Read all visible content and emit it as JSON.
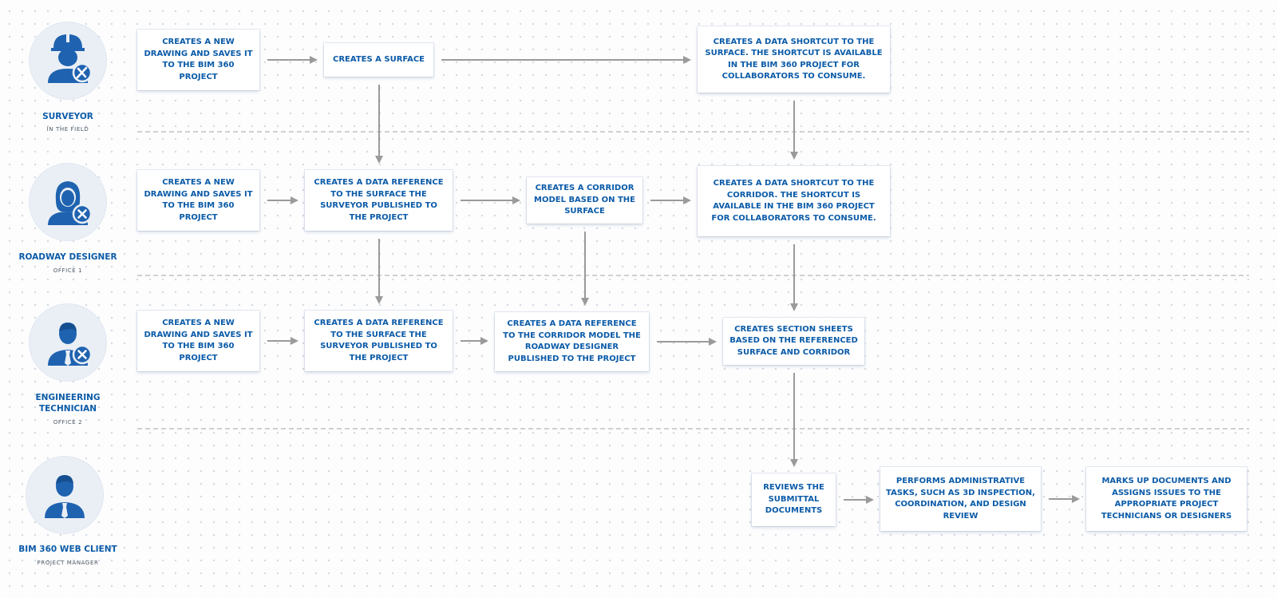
{
  "roles": [
    {
      "name": "SURVEYOR",
      "sub": "IN THE FIELD",
      "icon": "surveyor-hardhat-icon"
    },
    {
      "name": "ROADWAY DESIGNER",
      "sub": "OFFICE 1",
      "icon": "roadway-designer-icon"
    },
    {
      "name": "ENGINEERING TECHNICIAN",
      "sub": "OFFICE 2",
      "icon": "engineering-technician-icon"
    },
    {
      "name": "BIM 360 WEB CLIENT",
      "sub": "PROJECT MANAGER",
      "icon": "project-manager-icon"
    }
  ],
  "steps": {
    "s1": "CREATES A NEW DRAWING AND SAVES IT TO THE BIM 360 PROJECT",
    "s2": "CREATES A SURFACE",
    "s3": "CREATES A DATA SHORTCUT TO THE SURFACE. THE SHORTCUT IS AVAILABLE IN THE BIM 360 PROJECT FOR COLLABORATORS TO CONSUME.",
    "d1": "CREATES A NEW DRAWING AND SAVES IT TO THE BIM 360 PROJECT",
    "d2": "CREATES A DATA REFERENCE TO THE SURFACE THE SURVEYOR PUBLISHED TO THE PROJECT",
    "d3": "CREATES A CORRIDOR MODEL BASED ON THE SURFACE",
    "d4": "CREATES A DATA SHORTCUT TO THE CORRIDOR. THE SHORTCUT IS AVAILABLE IN THE BIM 360 PROJECT FOR COLLABORATORS TO CONSUME.",
    "t1": "CREATES A NEW DRAWING AND SAVES IT TO THE BIM 360 PROJECT",
    "t2": "CREATES A DATA REFERENCE TO THE SURFACE THE SURVEYOR PUBLISHED TO THE PROJECT",
    "t3": "CREATES A DATA REFERENCE TO THE CORRIDOR MODEL THE ROADWAY DESIGNER PUBLISHED TO THE PROJECT",
    "t4": "CREATES SECTION SHEETS BASED ON THE REFERENCED SURFACE AND CORRIDOR",
    "m1": "REVIEWS THE SUBMITTAL DOCUMENTS",
    "m2": "PERFORMS ADMINISTRATIVE TASKS, SUCH AS 3D INSPECTION, COORDINATION, AND DESIGN REVIEW",
    "m3": "MARKS UP DOCUMENTS AND ASSIGNS ISSUES TO THE APPROPRIATE PROJECT TECHNICIANS OR DESIGNERS"
  },
  "flows": [
    [
      "s1",
      "s2"
    ],
    [
      "s2",
      "s3"
    ],
    [
      "s2",
      "d2"
    ],
    [
      "s3",
      "d4"
    ],
    [
      "d1",
      "d2"
    ],
    [
      "d2",
      "d3"
    ],
    [
      "d3",
      "d4"
    ],
    [
      "d2",
      "t2"
    ],
    [
      "d3",
      "t3"
    ],
    [
      "d4",
      "t4"
    ],
    [
      "t1",
      "t2"
    ],
    [
      "t2",
      "t3"
    ],
    [
      "t3",
      "t4"
    ],
    [
      "t4",
      "m1"
    ],
    [
      "m1",
      "m2"
    ],
    [
      "m2",
      "m3"
    ]
  ],
  "colors": {
    "text_blue": "#0b5ba8",
    "icon_blue": "#1f63b0",
    "avatar_bg": "#eaeff6",
    "arrow": "#9a9a9a",
    "lane_divider": "#b5b5b5"
  }
}
